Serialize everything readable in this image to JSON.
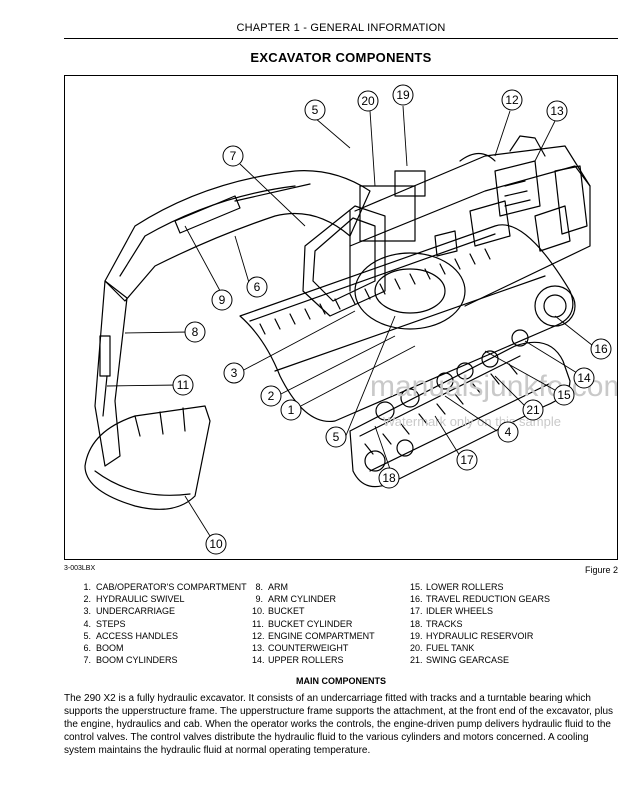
{
  "header": {
    "chapter": "CHAPTER 1 - GENERAL INFORMATION"
  },
  "section": {
    "title": "EXCAVATOR COMPONENTS"
  },
  "figure": {
    "code": "3-003LBX",
    "label": "Figure 2",
    "watermark_main": "manualsjunkfo.com",
    "watermark_sub": "Watermark only on this sample",
    "callouts": [
      "5",
      "20",
      "19",
      "12",
      "13",
      "7",
      "6",
      "9",
      "8",
      "11",
      "3",
      "2",
      "1",
      "5",
      "18",
      "17",
      "4",
      "21",
      "15",
      "14",
      "16",
      "10"
    ]
  },
  "legend": {
    "col1": [
      {
        "num": "1.",
        "text": "CAB/OPERATOR'S COMPARTMENT"
      },
      {
        "num": "2.",
        "text": "HYDRAULIC SWIVEL"
      },
      {
        "num": "3.",
        "text": "UNDERCARRIAGE"
      },
      {
        "num": "4.",
        "text": "STEPS"
      },
      {
        "num": "5.",
        "text": "ACCESS HANDLES"
      },
      {
        "num": "6.",
        "text": "BOOM"
      },
      {
        "num": "7.",
        "text": "BOOM CYLINDERS"
      }
    ],
    "col2": [
      {
        "num": "8.",
        "text": "ARM"
      },
      {
        "num": "9.",
        "text": "ARM CYLINDER"
      },
      {
        "num": "10.",
        "text": "BUCKET"
      },
      {
        "num": "11.",
        "text": "BUCKET CYLINDER"
      },
      {
        "num": "12.",
        "text": "ENGINE COMPARTMENT"
      },
      {
        "num": "13.",
        "text": "COUNTERWEIGHT"
      },
      {
        "num": "14.",
        "text": "UPPER ROLLERS"
      }
    ],
    "col3": [
      {
        "num": "15.",
        "text": "LOWER ROLLERS"
      },
      {
        "num": "16.",
        "text": "TRAVEL REDUCTION GEARS"
      },
      {
        "num": "17.",
        "text": "IDLER WHEELS"
      },
      {
        "num": "18.",
        "text": "TRACKS"
      },
      {
        "num": "19.",
        "text": "HYDRAULIC RESERVOIR"
      },
      {
        "num": "20.",
        "text": "FUEL TANK"
      },
      {
        "num": "21.",
        "text": "SWING GEARCASE"
      }
    ]
  },
  "main_components": {
    "heading": "MAIN COMPONENTS",
    "paragraph": "The 290 X2 is a fully hydraulic excavator. It consists of an undercarriage fitted with tracks and a turntable bearing which supports the upperstructure frame. The upperstructure frame supports the attachment, at the front end of the excavator, plus the engine, hydraulics and cab. When the operator works the controls, the engine-driven pump delivers hydraulic fluid to the control valves. The control valves distribute the hydraulic fluid to the various cylinders and motors concerned. A cooling system maintains the hydraulic fluid at normal operating temperature."
  }
}
